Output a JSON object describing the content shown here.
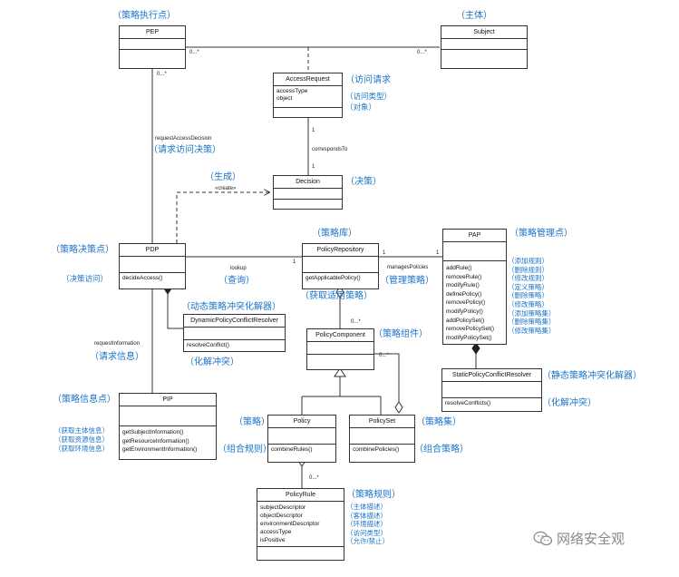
{
  "diagram": {
    "classes": {
      "pep": {
        "name": "PEP",
        "attrs": [],
        "ops": []
      },
      "subject": {
        "name": "Subject",
        "attrs": [],
        "ops": []
      },
      "access_request": {
        "name": "AccessRequest",
        "attrs": [
          "accessType",
          "object"
        ],
        "ops": []
      },
      "decision": {
        "name": "Decision",
        "attrs": [],
        "ops": []
      },
      "pdp": {
        "name": "PDP",
        "attrs": [],
        "ops": [
          "decideAccess()"
        ]
      },
      "policy_repository": {
        "name": "PolicyRepository",
        "attrs": [],
        "ops": [
          "getApplicablePolicy()"
        ]
      },
      "pap": {
        "name": "PAP",
        "attrs": [],
        "ops": [
          "addRule()",
          "removeRule()",
          "modifyRule()",
          "definePolicy()",
          "removePolicy()",
          "modifyPolicy()",
          "addPolicySet()",
          "removePolicySet()",
          "modifyPolicySet()"
        ]
      },
      "dynamic_resolver": {
        "name": "DynamicPolicyConflictResolver",
        "attrs": [],
        "ops": [
          "resolveConflict()"
        ]
      },
      "policy_component": {
        "name": "PolicyComponent",
        "attrs": [],
        "ops": []
      },
      "static_resolver": {
        "name": "StaticPolicyConflictResolver",
        "attrs": [],
        "ops": [
          "resolveConflicts()"
        ]
      },
      "pip": {
        "name": "PIP",
        "attrs": [],
        "ops": [
          "getSubjectInformation()",
          "getResourceInformation()",
          "getEnvironmentInformation()"
        ]
      },
      "policy": {
        "name": "Policy",
        "attrs": [],
        "ops": [
          "combineRules()"
        ]
      },
      "policy_set": {
        "name": "PolicySet",
        "attrs": [],
        "ops": [
          "combinePolicies()"
        ]
      },
      "policy_rule": {
        "name": "PolicyRule",
        "attrs": [
          "subjectDescriptor",
          "objectDescriptor",
          "environmentDescriptor",
          "accessType",
          "isPositive"
        ],
        "ops": []
      }
    },
    "labels": {
      "mult_pep_ar": "0...*",
      "mult_subject_ar": "0...*",
      "mult_pep_down": "0...*",
      "request_access_decision": "requestAccessDecision",
      "mult_ar_1": "1",
      "corresponds_to": "correspondsTo",
      "mult_dec_1": "1",
      "create": "«create»",
      "lookup": "lookup",
      "mult_pdp_repo": "1",
      "mult_repo_pap_1": "1",
      "mult_repo_pap_2": "1",
      "manages_policies": "managesPolicies",
      "mult_repo_comp": "0...*",
      "mult_comp_set": "0...*",
      "request_information": "requestInformation",
      "mult_policy_rule": "0...*"
    },
    "annotations": {
      "pep": "（策略执行点）",
      "subject": "（主体）",
      "access_request": "（访问请求",
      "access_type": "（访问类型）",
      "object": "（对象）",
      "request_decision": "（请求访问决策）",
      "create": "（生成）",
      "decision": "（决策）",
      "repository": "（策略库）",
      "pap": "（策略管理点）",
      "pdp": "（策略决策点）",
      "decide_access": "（决策访问）",
      "lookup": "（查询）",
      "manages": "（管理策略）",
      "get_applicable": "（获取适用策略）",
      "dynamic_resolver": "（动态策略冲突化解器）",
      "policy_component": "（策略组件）",
      "resolve_conflict": "（化解冲突）",
      "request_info": "（请求信息）",
      "static_resolver": "（静态策略冲突化解器）",
      "resolve_conflicts": "（化解冲突）",
      "pip": "（策略信息点）",
      "policy": "（策略）",
      "policy_set": "（策略集）",
      "combine_rules": "（组合规则）",
      "combine_policies": "（组合策略）",
      "policy_rule": "（策略规则）",
      "pap_ops": [
        "（添加规则）",
        "（删除规则）",
        "（修改规则）",
        "（定义策略）",
        "（删除策略）",
        "（修改策略）",
        "（添加策略集）",
        "（删除策略集）",
        "（修改策略集）"
      ],
      "pip_ops": [
        "（获取主体信息）",
        "（获取资源信息）",
        "（获取环境信息）"
      ],
      "rule_attrs": [
        "（主体描述）",
        "（客体描述）",
        "（环境描述）",
        "（访问类型）",
        "（允许/禁止）"
      ]
    },
    "watermark": "网络安全观",
    "colors": {
      "annotation": "#1a73c8",
      "line": "#333333",
      "watermark": "#888888"
    },
    "icons": {
      "watermark": "wechat-icon"
    }
  }
}
